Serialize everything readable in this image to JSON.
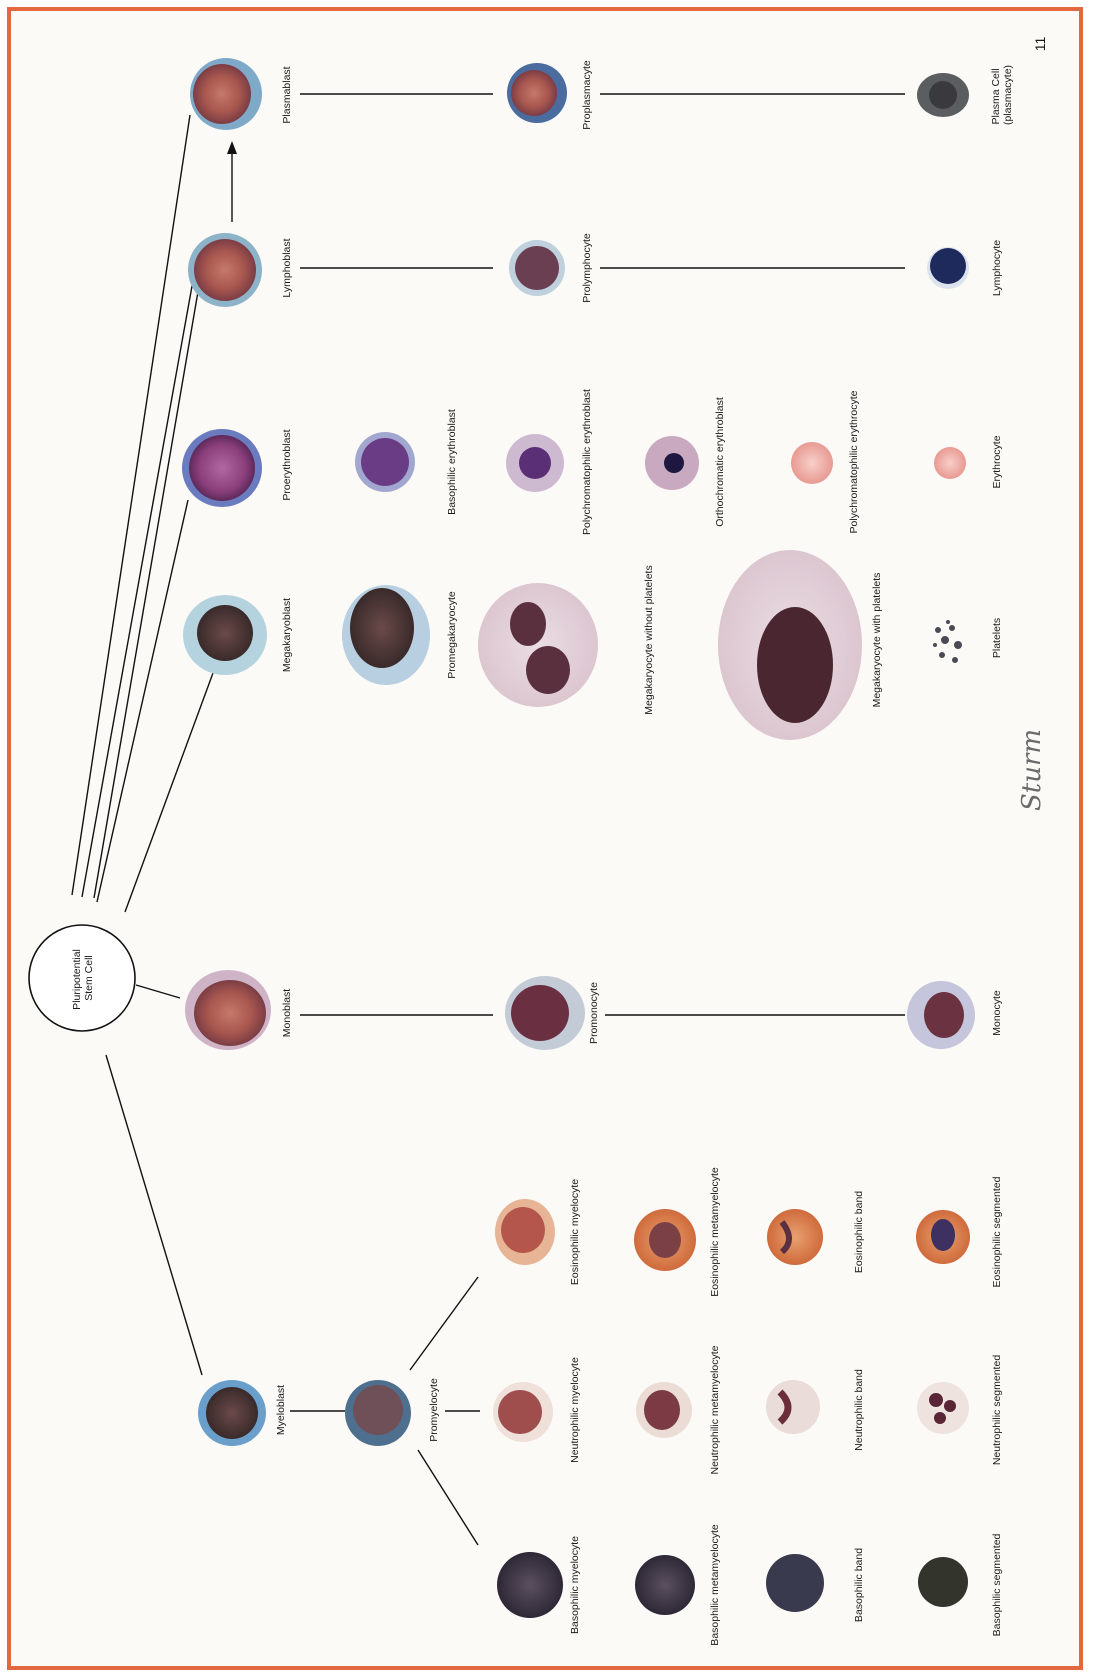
{
  "page_number": "11",
  "signature": "Sturm",
  "stem_cell": "Pluripotential Stem Cell",
  "cells": {
    "plasmablast": "Plasmablast",
    "proplasmacyte": "Proplasmacyte",
    "plasma_cell": "Plasma Cell (plasmacyte)",
    "lymphoblast": "Lymphoblast",
    "prolymphocyte": "Prolymphocyte",
    "lymphocyte": "Lymphocyte",
    "proerythroblast": "Proerythroblast",
    "basophilic_erythroblast": "Basophilic erythroblast",
    "polychromatophilic_erythroblast": "Polychromatophilic erythroblast",
    "orthochromatic_erythroblast": "Orthochromatic erythroblast",
    "polychromatophilic_erythrocyte": "Polychromatophilic erythrocyte",
    "erythrocyte": "Erythrocyte",
    "megakaryoblast": "Megakaryoblast",
    "promegakaryocyte": "Promegakaryocyte",
    "megakaryocyte_without_platelets": "Megakaryocyte without platelets",
    "megakaryocyte_with_platelets": "Megakaryocyte with platelets",
    "platelets": "Platelets",
    "monoblast": "Monoblast",
    "promonocyte": "Promonocyte",
    "monocyte": "Monocyte",
    "myeloblast": "Myeloblast",
    "promyelocyte": "Promyelocyte",
    "eosinophilic_myelocyte": "Eosinophilic myelocyte",
    "eosinophilic_metamyelocyte": "Eosinophilic metamyelocyte",
    "eosinophilic_band": "Eosinophilic band",
    "eosinophilic_segmented": "Eosinophilic segmented",
    "neutrophilic_myelocyte": "Neutrophilic myelocyte",
    "neutrophilic_metamyelocyte": "Neutrophilic metamyelocyte",
    "neutrophilic_band": "Neutrophilic band",
    "neutrophilic_segmented": "Neutrophilic segmented",
    "basophilic_myelocyte": "Basophilic myelocyte",
    "basophilic_metamyelocyte": "Basophilic metamyelocyte",
    "basophilic_band": "Basophilic band",
    "basophilic_segmented": "Basophilic segmented"
  },
  "colors": {
    "frame": "#e2683f",
    "connector": "#111111",
    "stain_blue": "#7fa9c9",
    "stain_purple": "#8a4a7c",
    "stain_red": "#c06b5b",
    "erythrocyte_pink": "#f1b3ad"
  }
}
